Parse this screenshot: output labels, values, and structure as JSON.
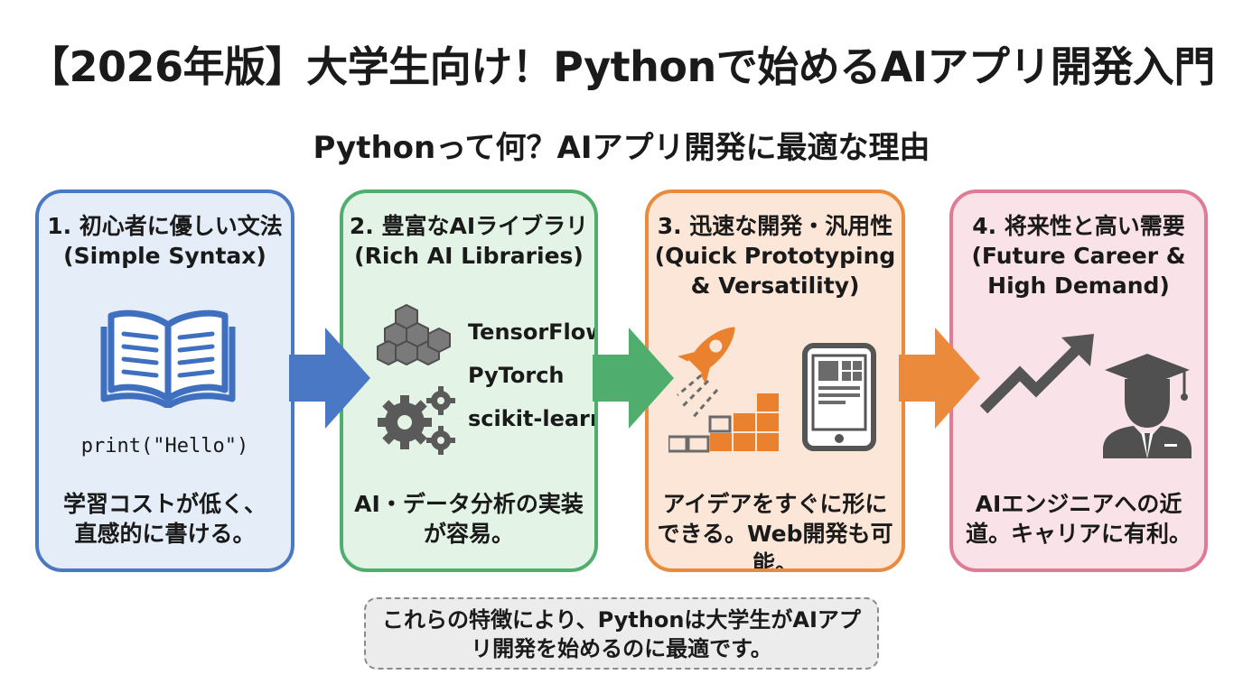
{
  "title": "【2026年版】大学生向け！Pythonで始めるAIアプリ開発入門",
  "subtitle": "Pythonって何？AIアプリ開発に最適な理由",
  "cards": [
    {
      "heading": [
        "1. 初心者に優しい文法",
        "(Simple Syntax)"
      ],
      "icon": "open-book-icon",
      "code": "print(\"Hello\")",
      "description": [
        "学習コストが低く、",
        "直感的に書ける。"
      ],
      "color": "#4a78c5",
      "background": "#e5edf8"
    },
    {
      "heading": [
        "2. 豊富なAIライブラリ",
        "(Rich AI Libraries)"
      ],
      "icon": "cubes-and-gears-icon",
      "libraries": [
        "TensorFlow",
        "PyTorch",
        "scikit-learn"
      ],
      "description": [
        "AI・データ分析の実装",
        "が容易。"
      ],
      "color": "#4fae6e",
      "background": "#e3f3e6"
    },
    {
      "heading": [
        "3. 迅速な開発・汎用性",
        "(Quick Prototyping",
        "& Versatility)"
      ],
      "icon": "rocket-blocks-tablet-icon",
      "description": [
        "アイデアをすぐに形に",
        "できる。Web開発も可",
        "能。"
      ],
      "color": "#ec8a3c",
      "background": "#fbe6d7"
    },
    {
      "heading": [
        "4. 将来性と高い需要",
        "(Future Career &",
        "High Demand)"
      ],
      "icon": "trend-graduate-icon",
      "description": [
        "AIエンジニアへの近",
        "道。キャリアに有利。"
      ],
      "color": "#e07b95",
      "background": "#f9e2e8"
    }
  ],
  "arrows": [
    {
      "icon": "arrow-right-icon",
      "color": "#4a78c5"
    },
    {
      "icon": "arrow-right-icon",
      "color": "#4fae6e"
    },
    {
      "icon": "arrow-right-icon",
      "color": "#ec8a3c"
    }
  ],
  "conclusion": [
    "これらの特徴により、Pythonは大学生がAIアプ",
    "リ開発を始めるのに最適です。"
  ]
}
